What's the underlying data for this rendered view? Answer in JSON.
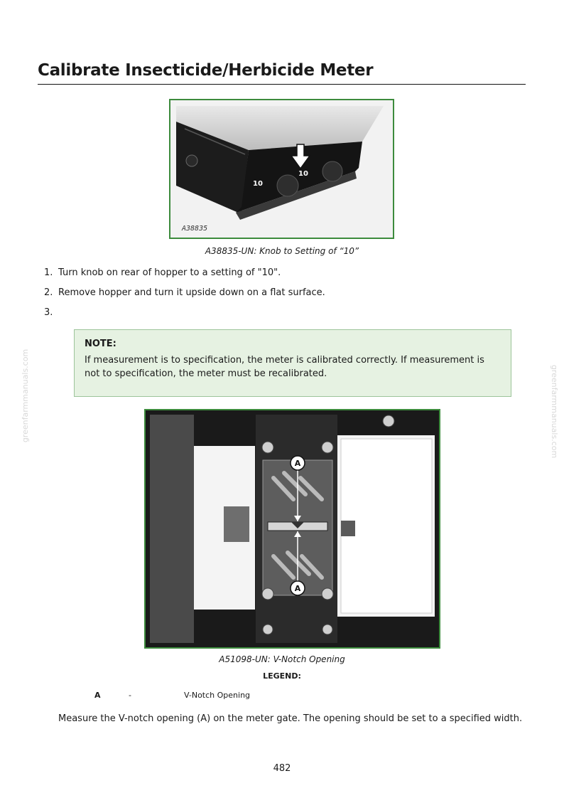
{
  "page": {
    "title": "Calibrate Insecticide/Herbicide Meter",
    "watermark": "greenfarmmanuals.com",
    "page_number": "482"
  },
  "figure1": {
    "caption": "A38835-UN: Knob to Setting of “10”",
    "image_id_label": "A38835",
    "dial_labels": [
      "10",
      "10"
    ]
  },
  "steps": [
    {
      "num": "1.",
      "text": "Turn knob on rear of hopper to a setting of \"10\"."
    },
    {
      "num": "2.",
      "text": "Remove hopper and turn it upside down on a flat surface."
    },
    {
      "num": "3.",
      "text": ""
    }
  ],
  "note": {
    "title": "NOTE:",
    "text": "If measurement is to specification, the meter is calibrated correctly. If measurement is not to specification, the meter must be recalibrated."
  },
  "figure2": {
    "caption": "A51098-UN: V-Notch Opening",
    "callout_label": "A"
  },
  "legend": {
    "title": "LEGEND:",
    "items": [
      {
        "key": "A",
        "dash": "-",
        "description": "V-Notch Opening"
      }
    ]
  },
  "body_text": "Measure the V-notch opening (A) on the meter gate. The opening should be set to a specified width.",
  "colors": {
    "figure_border": "#3d8b3d",
    "note_background": "#e6f2e2",
    "note_border": "#9cc49a"
  }
}
